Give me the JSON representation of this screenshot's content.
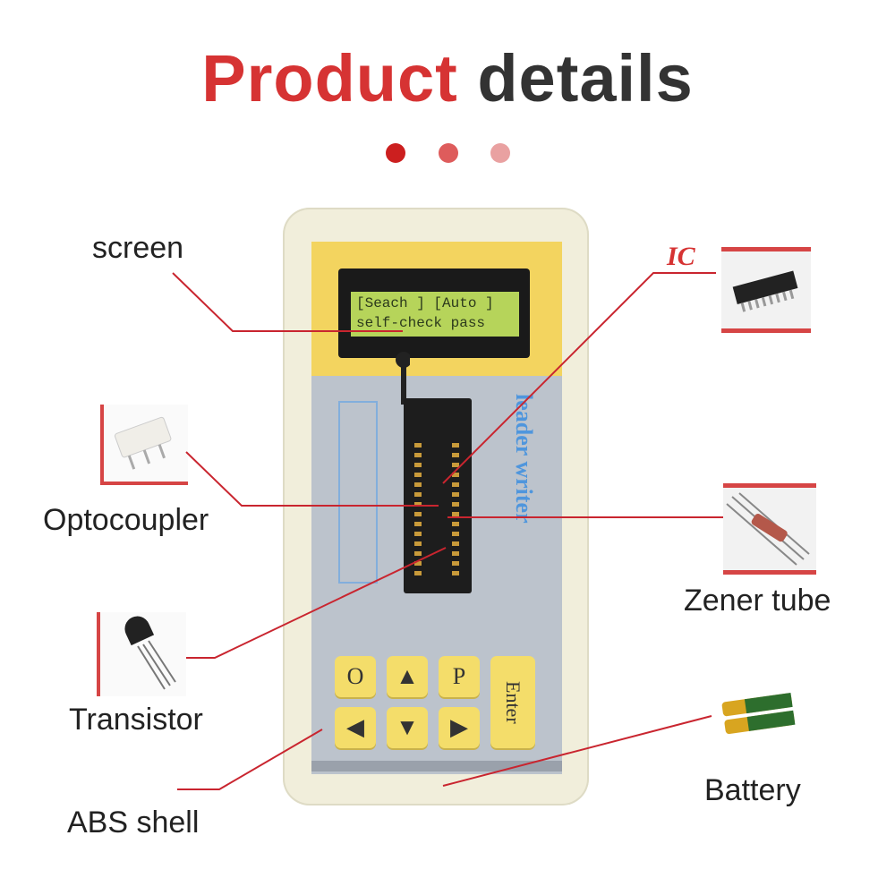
{
  "header": {
    "title_part1": "Product",
    "title_part2": "details"
  },
  "colors": {
    "accent": "#d63333",
    "dark": "#333333",
    "dots": [
      "#cc1f1f",
      "#de5c5c",
      "#e9a1a1"
    ]
  },
  "device": {
    "lcd_line1": "[Seach ] [Auto ]",
    "lcd_line2": "self-check pass",
    "brand": "leader writer",
    "keys": [
      {
        "label": "O",
        "icon": ""
      },
      {
        "label": "",
        "icon": "triangle-up"
      },
      {
        "label": "P",
        "icon": ""
      },
      {
        "label": "",
        "icon": "triangle-left"
      },
      {
        "label": "",
        "icon": "triangle-down"
      },
      {
        "label": "",
        "icon": "triangle-right"
      }
    ],
    "enter_label": "Enter"
  },
  "callouts": {
    "screen": "screen",
    "optocoupler": "Optocoupler",
    "transistor": "Transistor",
    "abs_shell": "ABS shell",
    "ic": "IC",
    "zener_tube": "Zener tube",
    "battery": "Battery"
  }
}
